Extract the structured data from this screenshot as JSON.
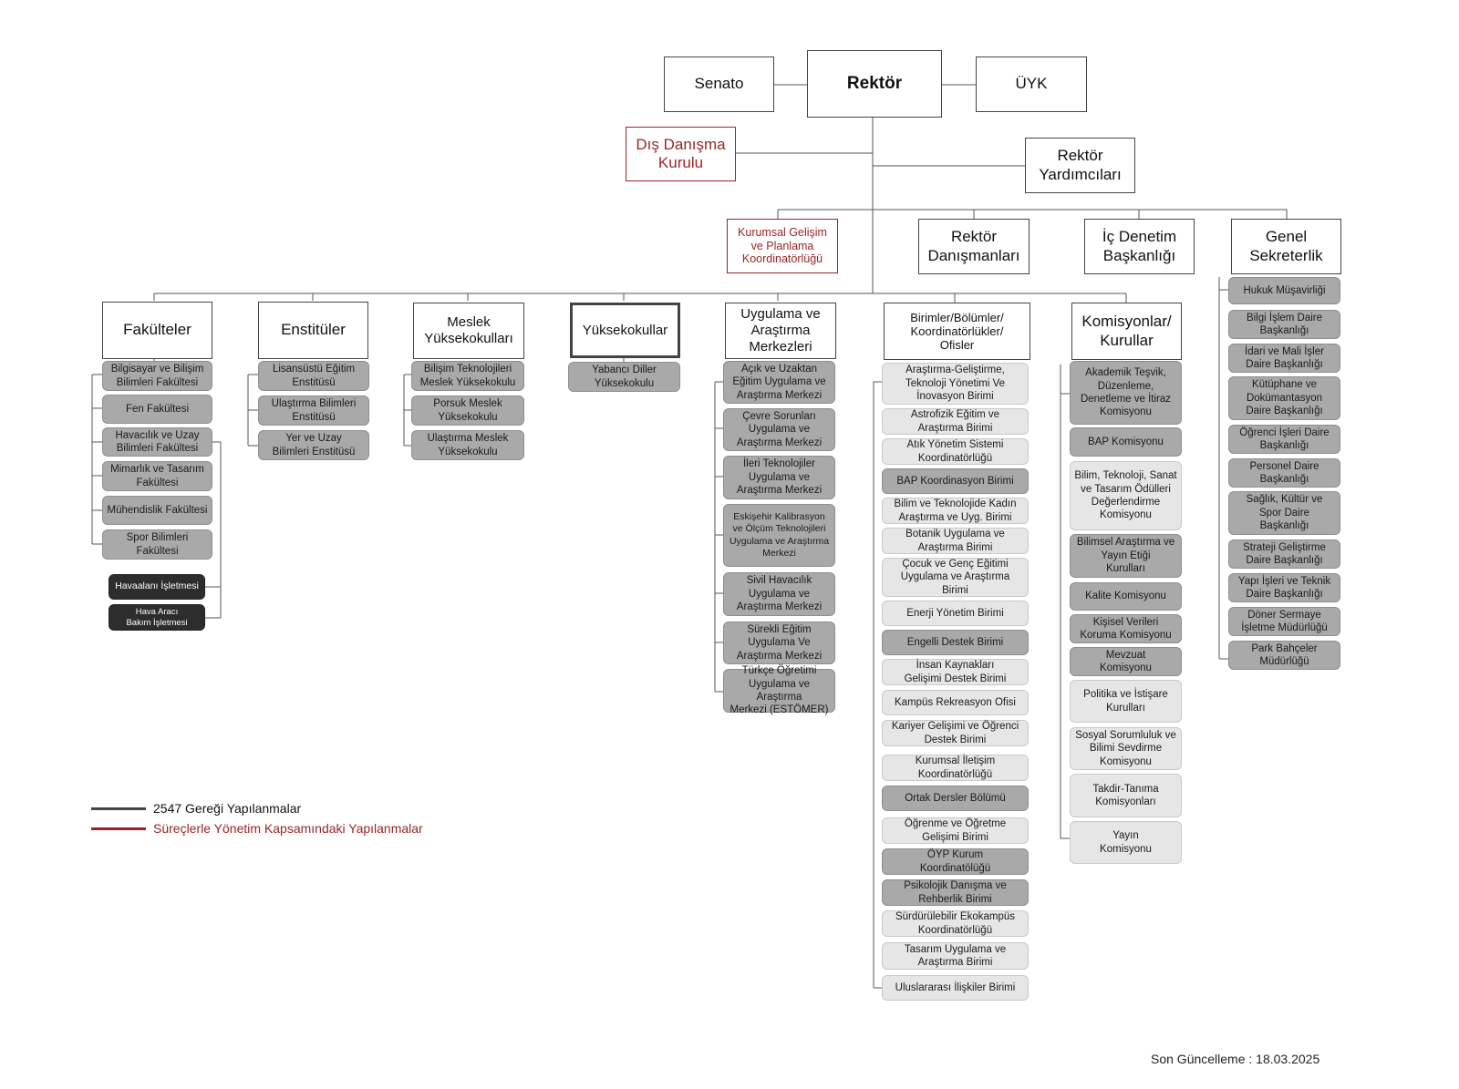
{
  "colors": {
    "structure_2547": "#444444",
    "process": "#9b2423"
  },
  "top": {
    "senato": "Senato",
    "rektor": "Rektör",
    "uyk": "ÜYK",
    "dis_danisma": "Dış Danışma\nKurulu",
    "rektor_yardimcilari": "Rektör\nYardımcıları"
  },
  "second_row": {
    "kurumsal_gelisim": "Kurumsal Gelişim\nve  Planlama\nKoordinatörlüğü",
    "rektor_danismanlari": "Rektör\nDanışmanları",
    "ic_denetim": "İç Denetim\nBaşkanlığı",
    "genel_sekreterlik": "Genel\nSekreterlik"
  },
  "columns": {
    "fakulteler": {
      "title": "Fakülteler",
      "items": [
        "Bilgisayar ve Bilişim\nBilimleri Fakültesi",
        "Fen Fakültesi",
        "Havacılık ve Uzay\nBilimleri Fakültesi",
        "Mimarlık ve Tasarım\nFakültesi",
        "Mühendislik Fakültesi",
        "Spor Bilimleri\nFakültesi"
      ],
      "dark_items": [
        "Havaalanı İşletmesi",
        "Hava Aracı\nBakım İşletmesi"
      ]
    },
    "enstituler": {
      "title": "Enstitüler",
      "items": [
        "Lisansüstü Eğitim\nEnstitüsü",
        "Ulaştırma Bilimleri\nEnstitüsü",
        "Yer ve Uzay\nBilimleri Enstitüsü"
      ]
    },
    "myo": {
      "title": "Meslek\nYüksekokulları",
      "items": [
        "Bilişim Teknolojileri\nMeslek Yüksekokulu",
        "Porsuk Meslek\nYüksekokulu",
        "Ulaştırma Meslek\nYüksekokulu"
      ]
    },
    "yuksekokullar": {
      "title": "Yüksekokullar",
      "items": [
        "Yabancı Diller\nYüksekokulu"
      ]
    },
    "uam": {
      "title": "Uygulama ve\nAraştırma\nMerkezleri",
      "items": [
        "Açık ve Uzaktan\nEğitim Uygulama ve\nAraştırma Merkezi",
        "Çevre Sorunları\nUygulama ve\nAraştırma Merkezi",
        "İleri Teknolojiler\nUygulama ve\nAraştırma Merkezi",
        "Eskişehir Kalibrasyon\nve Ölçüm Teknolojileri\nUygulama ve Araştırma\nMerkezi",
        "Sivil Havacılık\nUygulama ve\nAraştırma Merkezi",
        "Sürekli Eğitim\nUygulama Ve\nAraştırma Merkezi",
        "Türkçe Öğretimi\nUygulama ve Araştırma\nMerkezi (ESTÖMER)"
      ]
    },
    "birimler": {
      "title": "Birimler/Bölümler/\nKoordinatörlükler/\nOfisler",
      "items": [
        "Araştırma-Geliştirme,\nTeknoloji Yönetimi Ve\nİnovasyon Birimi",
        "Astrofizik Eğitim ve\nAraştırma Birimi",
        "Atık Yönetim Sistemi\nKoordinatörlüğü",
        "BAP Koordinasyon Birimi",
        "Bilim ve Teknolojide Kadın\nAraştırma ve Uyg. Birimi",
        "Botanik Uygulama ve\nAraştırma Birimi",
        "Çocuk ve Genç Eğitimi\nUygulama ve Araştırma\nBirimi",
        "Enerji Yönetim Birimi",
        "Engelli Destek Birimi",
        "İnsan Kaynakları\nGelişimi Destek Birimi",
        "Kampüs Rekreasyon Ofisi",
        "Kariyer Gelişimi ve Öğrenci\nDestek Birimi",
        "Kurumsal İletişim\nKoordinatörlüğü",
        "Ortak Dersler Bölümü",
        "Öğrenme ve Öğretme\nGelişimi Birimi",
        "ÖYP Kurum\nKoordinatölüğü",
        "Psikolojik Danışma ve\nRehberlik Birimi",
        "Sürdürülebilir Ekokampüs\nKoordinatörlüğü",
        "Tasarım Uygulama ve\nAraştırma Birimi",
        "Uluslararası İlişkiler Birimi"
      ]
    },
    "komisyonlar": {
      "title": "Komisyonlar/\nKurullar",
      "items": [
        "Akademik Teşvik,\nDüzenleme,\nDenetleme ve İtiraz\nKomisyonu",
        "BAP Komisyonu",
        "Bilim, Teknoloji, Sanat\nve Tasarım Ödülleri\nDeğerlendirme\nKomisyonu",
        "Bilimsel Araştırma ve\nYayın Etiği\nKurulları",
        "Kalite Komisyonu",
        "Kişisel Verileri\nKoruma Komisyonu",
        "Mevzuat\nKomisyonu",
        "Politika ve İstişare\nKurulları",
        "Sosyal Sorumluluk ve\nBilimi Sevdirme\nKomisyonu",
        "Takdir-Tanıma\nKomisyonları",
        "Yayın\nKomisyonu"
      ]
    },
    "genel_sek_units": {
      "items": [
        "Hukuk Müşavirliği",
        "Bilgi İşlem Daire\nBaşkanlığı",
        "İdari ve Mali İşler\nDaire Başkanlığı",
        "Kütüphane ve\nDokümantasyon\nDaire Başkanlığı",
        "Öğrenci İşleri Daire\nBaşkanlığı",
        "Personel Daire\nBaşkanlığı",
        "Sağlık, Kültür ve\nSpor Daire\nBaşkanlığı",
        "Strateji Geliştirme\nDaire Başkanlığı",
        "Yapı İşleri ve Teknik\nDaire Başkanlığı",
        "Döner Sermaye\nİşletme Müdürlüğü",
        "Park Bahçeler\nMüdürlüğü"
      ]
    }
  },
  "legend": {
    "item1": "2547 Gereği Yapılanmalar",
    "item2": "Süreçlerle Yönetim Kapsamındaki Yapılanmalar"
  },
  "footer": "Son Güncelleme : 18.03.2025"
}
